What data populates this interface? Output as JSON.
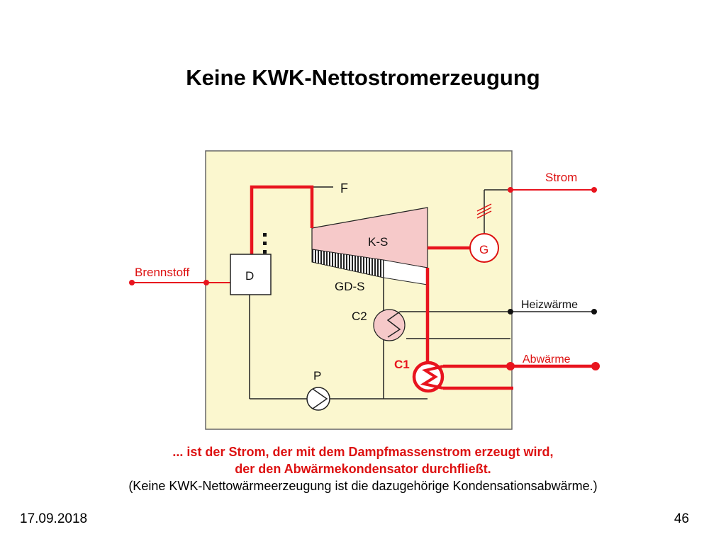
{
  "slide": {
    "title": "Keine KWK-Nettostromerzeugung",
    "caption_line1": "... ist der Strom, der mit dem Dampfmassenstrom erzeugt wird,",
    "caption_line2": "der den Abwärmekondensator durchfließt.",
    "caption_line3": "(Keine KWK-Nettowärmeerzeugung ist die dazugehörige Kondensationsabwärme.)",
    "date": "17.09.2018",
    "page_number": "46"
  },
  "diagram": {
    "labels": {
      "f": "F",
      "ks": "K-S",
      "gds": "GD-S",
      "d": "D",
      "g": "G",
      "c2": "C2",
      "c1": "C1",
      "p": "P",
      "brennstoff": "Brennstoff",
      "strom": "Strom",
      "heizwaerme": "Heizwärme",
      "abwaerme": "Abwärme"
    },
    "colors": {
      "highlight_red": "#e8141e",
      "panel_fill": "#fbf7cf",
      "turbine_fill": "#f6c9c9",
      "line_dark": "#222222"
    }
  }
}
